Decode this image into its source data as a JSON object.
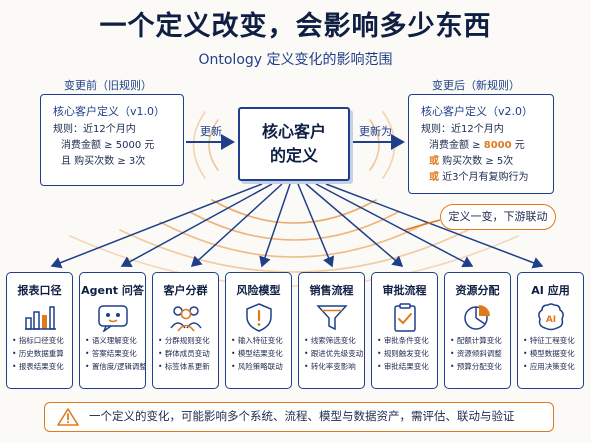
{
  "title": "一个定义改变，会影响多少东西",
  "subtitle": "Ontology 定义变化的影响范围",
  "before": {
    "label": "变更前（旧规则）",
    "def_title": "核心客户定义（v1.0）",
    "lines": [
      "规则：近12个月内",
      "消费金额 ≥ 5000 元",
      "且 购买次数 ≥ 3次"
    ]
  },
  "after": {
    "label": "变更后（新规则）",
    "def_title": "核心客户定义（v2.0）",
    "line1": "规则：近12个月内",
    "line2_prefix": "消费金额 ≥ ",
    "line2_value": "8000",
    "line2_suffix": " 元",
    "or_label": "或",
    "line3": " 购买次数 ≥ 5次",
    "line4": " 近3个月有复购行为"
  },
  "core": {
    "line1": "核心客户",
    "line2": "的定义"
  },
  "arrow_update": "更新",
  "arrow_change": "更新为",
  "callout": "定义一变，下游联动",
  "cards": [
    {
      "title": "报表口径",
      "icon": "bar-chart-icon",
      "items": [
        "指标口径变化",
        "历史数据重算",
        "报表结果变化"
      ]
    },
    {
      "title": "Agent 问答",
      "icon": "robot-chat-icon",
      "items": [
        "语义理解变化",
        "答案结果变化",
        "置信度/逻辑调整"
      ]
    },
    {
      "title": "客户分群",
      "icon": "people-group-icon",
      "items": [
        "分群规则变化",
        "群体成员变动",
        "标签体系更新"
      ]
    },
    {
      "title": "风险模型",
      "icon": "shield-warning-icon",
      "items": [
        "输入特征变化",
        "模型结果变化",
        "风险策略联动"
      ]
    },
    {
      "title": "销售流程",
      "icon": "funnel-icon",
      "items": [
        "线索筛选变化",
        "跟进优先级变动",
        "转化率变影响"
      ]
    },
    {
      "title": "审批流程",
      "icon": "clipboard-check-icon",
      "items": [
        "审批条件变化",
        "规则触发变化",
        "审批结果变化"
      ]
    },
    {
      "title": "资源分配",
      "icon": "pie-chart-icon",
      "items": [
        "配额计算变化",
        "资源倾斜调整",
        "预算分配变化"
      ]
    },
    {
      "title": "AI 应用",
      "icon": "ai-brain-icon",
      "items": [
        "特征工程变化",
        "模型数据变化",
        "应用决策变化"
      ]
    }
  ],
  "footer": "一个定义的变化，可能影响多个系统、流程、模型与数据资产，需评估、联动与验证",
  "colors": {
    "navy": "#1f3f8a",
    "accent": "#e07a1f",
    "background": "#fbfaf6"
  }
}
